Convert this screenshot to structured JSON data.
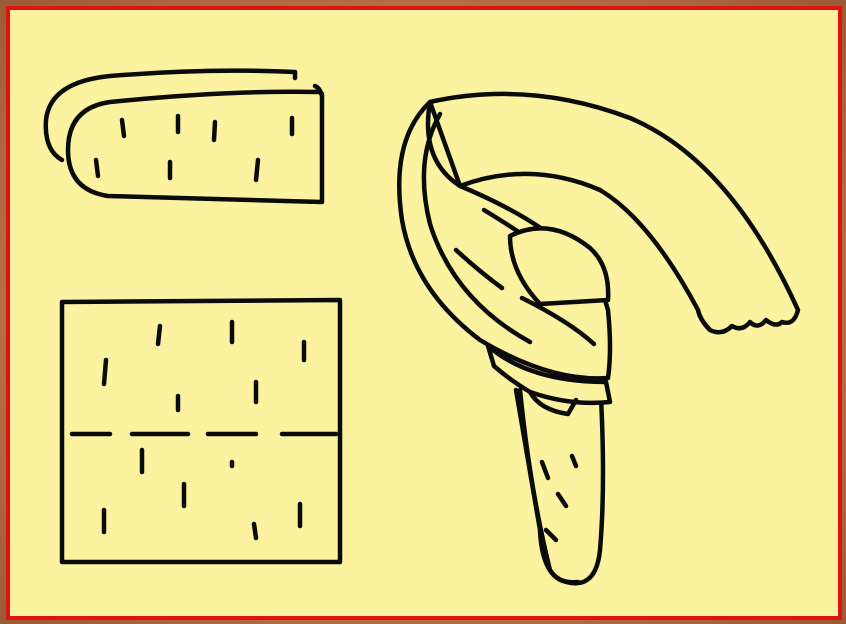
{
  "colors": {
    "border": "#e01212",
    "paper": "#fbf3a0",
    "ink": "#0b0b0b",
    "backdrop": "#b8764a"
  },
  "figures": [
    {
      "name": "folded-bandage-strip",
      "icon": "folded-tape-icon"
    },
    {
      "name": "square-bandage-pad",
      "icon": "gauze-pad-icon"
    },
    {
      "name": "finger-bandage-wrap",
      "icon": "wrapped-finger-icon"
    }
  ]
}
